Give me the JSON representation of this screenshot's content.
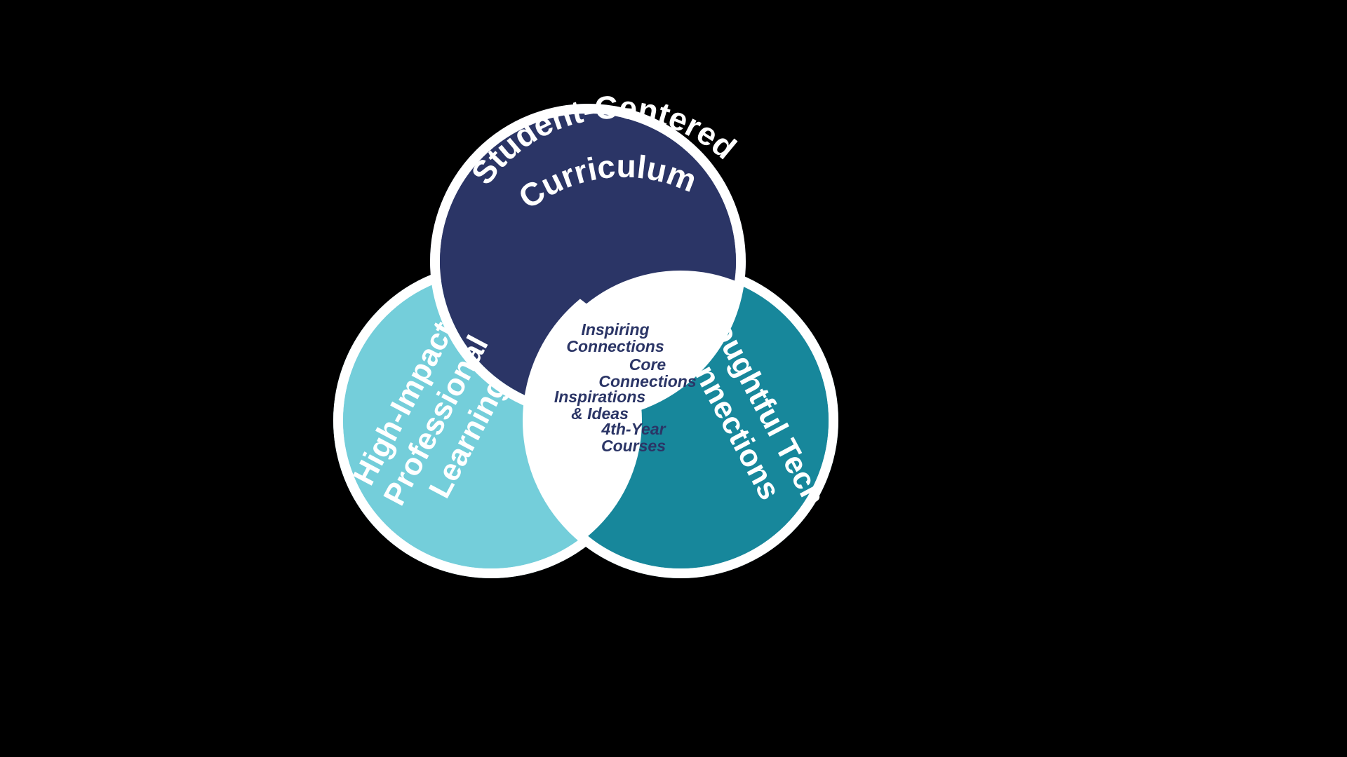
{
  "diagram": {
    "type": "venn-3-circle",
    "background_color": "#000000",
    "ring_color": "#ffffff",
    "center_text_color": "#2B3566",
    "circles": [
      {
        "id": "student-centered-curriculum",
        "label_lines": [
          "Student-Centered",
          "Curriculum"
        ],
        "label_full": "Student-Centered Curriculum",
        "fill_color": "#2B3566",
        "label_color": "#ffffff",
        "position": "top"
      },
      {
        "id": "high-impact-professional-learning",
        "label_lines": [
          "High-Impact",
          "Professional",
          "Learning"
        ],
        "label_full": "High-Impact Professional Learning",
        "fill_color": "#74CEDA",
        "label_color": "#ffffff",
        "position": "bottom-left"
      },
      {
        "id": "thoughtful-tech-connections",
        "label_lines": [
          "Thoughtful Tech",
          "Connections"
        ],
        "label_full": "Thoughtful Tech Connections",
        "fill_color": "#17879B",
        "label_color": "#ffffff",
        "position": "bottom-right"
      }
    ],
    "center_labels": [
      {
        "id": "inspiring-connections",
        "lines": [
          "Inspiring",
          "Connections"
        ],
        "full": "Inspiring Connections"
      },
      {
        "id": "core-connections",
        "lines": [
          "Core",
          "Connections"
        ],
        "full": "Core Connections"
      },
      {
        "id": "inspirations-and-ideas",
        "lines": [
          "Inspirations",
          "& Ideas"
        ],
        "full": "Inspirations & Ideas"
      },
      {
        "id": "fourth-year-courses",
        "lines": [
          "4th-Year",
          "Courses"
        ],
        "full": "4th-Year Courses"
      }
    ]
  }
}
